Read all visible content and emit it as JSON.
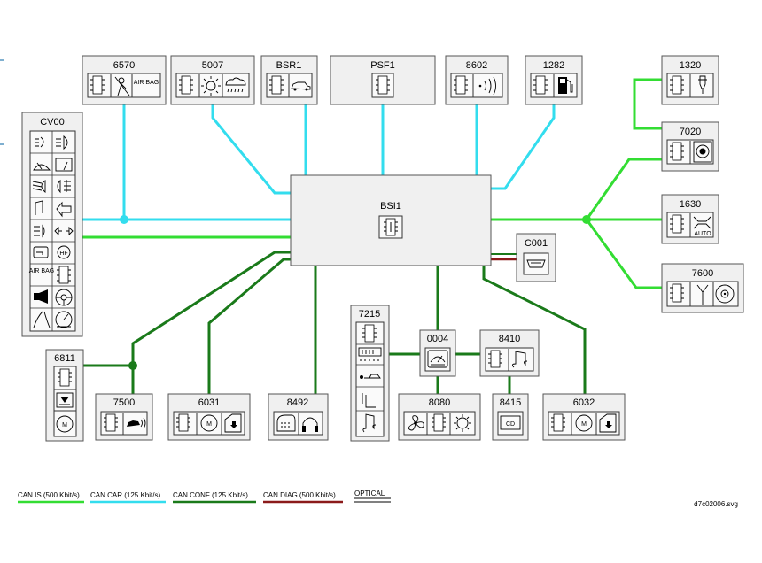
{
  "colors": {
    "can_is": "#33dd33",
    "can_car": "#33ddee",
    "can_conf": "#1a7a1a",
    "can_diag": "#8b1a1a",
    "optical": "#000000"
  },
  "nodes": {
    "n6570": {
      "id": "6570",
      "icons": [
        "chip-icon",
        "airbag-off-icon",
        "airbag-text-icon"
      ],
      "airbag_text": "AIR BAG"
    },
    "n5007": {
      "id": "5007",
      "icons": [
        "chip-icon",
        "sun-icon",
        "rain-icon"
      ]
    },
    "bsr1": {
      "id": "BSR1",
      "icons": [
        "chip-icon",
        "car-icon"
      ]
    },
    "psf1": {
      "id": "PSF1",
      "icons": [
        "chip-icon"
      ]
    },
    "n8602": {
      "id": "8602",
      "icons": [
        "chip-icon",
        "ultrasonic-icon"
      ]
    },
    "n1282": {
      "id": "1282",
      "icons": [
        "chip-icon",
        "fuel-pump-icon"
      ]
    },
    "n1320": {
      "id": "1320",
      "icons": [
        "chip-icon",
        "injector-icon"
      ]
    },
    "n7020": {
      "id": "7020",
      "icons": [
        "chip-icon",
        "abs-icon"
      ]
    },
    "n1630": {
      "id": "1630",
      "icons": [
        "chip-icon",
        "gearbox-auto-icon"
      ],
      "auto_text": "AUTO"
    },
    "n7600": {
      "id": "7600",
      "icons": [
        "chip-icon",
        "antenna-icon",
        "disc-icon"
      ]
    },
    "cv00": {
      "id": "CV00",
      "airbag_text": "AIR BAG"
    },
    "bsi1": {
      "id": "BSI1"
    },
    "c001": {
      "id": "C001"
    },
    "n6811": {
      "id": "6811"
    },
    "n7500": {
      "id": "7500"
    },
    "n6031": {
      "id": "6031"
    },
    "n8492": {
      "id": "8492"
    },
    "n7215": {
      "id": "7215"
    },
    "n0004": {
      "id": "0004"
    },
    "n8410": {
      "id": "8410"
    },
    "n8080": {
      "id": "8080"
    },
    "n8415": {
      "id": "8415",
      "cd_text": "CD"
    },
    "n6032": {
      "id": "6032"
    }
  },
  "legend": [
    {
      "label": "CAN IS (500 Kbit/s)",
      "color": "#33dd33"
    },
    {
      "label": "CAN CAR (125 Kbit/s)",
      "color": "#33ddee"
    },
    {
      "label": "CAN CONF (125 Kbit/s)",
      "color": "#1a7a1a"
    },
    {
      "label": "CAN DIAG (500 Kbit/s)",
      "color": "#8b1a1a"
    },
    {
      "label": "OPTICAL",
      "color": "#000000"
    }
  ],
  "filename": "d7c02006.svg"
}
